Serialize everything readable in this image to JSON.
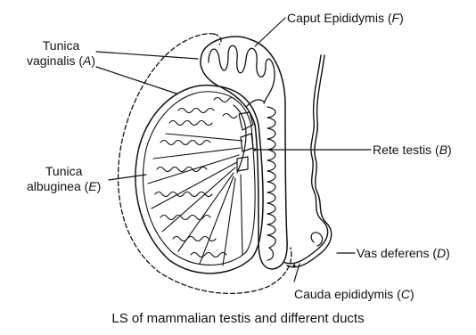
{
  "labels": {
    "caput": {
      "text": "Caput Epididymis",
      "letter": "F"
    },
    "tunica_vaginalis": {
      "line1": "Tunica",
      "line2": "vaginalis",
      "letter": "A"
    },
    "rete_testis": {
      "text": "Rete testis",
      "letter": "B"
    },
    "tunica_albuginea": {
      "line1": "Tunica",
      "line2": "albuginea",
      "letter": "E"
    },
    "vas_deferens": {
      "text": "Vas deferens",
      "letter": "D"
    },
    "cauda": {
      "text": "Cauda epididymis",
      "letter": "C"
    }
  },
  "caption": "LS of mammalian testis and different ducts",
  "colors": {
    "ink": "#111111",
    "background": "#ffffff"
  }
}
